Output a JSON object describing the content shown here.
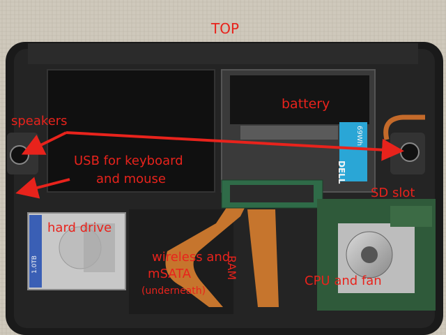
{
  "labels": {
    "top": "TOP",
    "battery": "battery",
    "speakers": "speakers",
    "usb_line1": "USB for keyboard",
    "usb_line2": "and mouse",
    "sd_slot": "SD slot",
    "hard_drive": "hard drive",
    "wireless_line1": "wireless and",
    "wireless_line2": "mSATA",
    "underneath": "(underneath)",
    "ram": "RAM",
    "cpu_fan": "CPU and fan"
  },
  "printed_text": {
    "battery_brand": "DELL",
    "battery_wh": "69Wh",
    "hdd_capacity": "1.0TB"
  },
  "colors": {
    "annotation_red": "#e8231c",
    "copper_ribbon": "#d07a2e",
    "pcb_green": "#2f5a3a",
    "battery_label_blue": "#2aa6d6"
  },
  "icons": {
    "arrow": "red-arrow"
  }
}
